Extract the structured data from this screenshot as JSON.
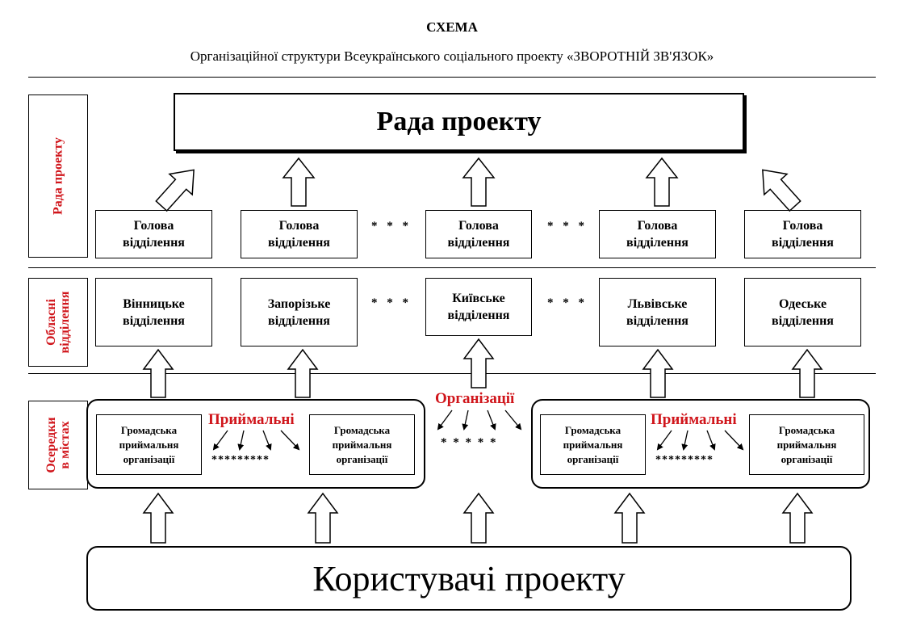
{
  "header": {
    "title": "СХЕМА",
    "subtitle": "Організаційної  структури  Всеукраїнського соціального проекту «ЗВОРОТНІЙ ЗВ'ЯЗОК»"
  },
  "side_labels": {
    "council": "Рада  проекту",
    "regional_line1": "Обласні",
    "regional_line2": "відділення",
    "local_line1": "Осередки",
    "local_line2": "в містах"
  },
  "council_box": "Рада проекту",
  "heads": {
    "line1": "Голова",
    "line2": "відділення",
    "count": 5
  },
  "branches": [
    {
      "line1": "Вінницьке",
      "line2": "відділення"
    },
    {
      "line1": "Запорізьке",
      "line2": "відділення"
    },
    {
      "line1": "Київське",
      "line2": "відділення"
    },
    {
      "line1": "Львівське",
      "line2": "відділення"
    },
    {
      "line1": "Одеське",
      "line2": "відділення"
    }
  ],
  "ellipsis": "* * *",
  "reception": {
    "line1": "Громадська",
    "line2": "приймальня",
    "line3": "організації"
  },
  "receptions_label": "Приймальні",
  "receptions_dots": "*********",
  "organizations_label": "Організації",
  "organizations_dots": "* * * * *",
  "users_box": "Користувачі проекту",
  "colors": {
    "accent_red": "#d0151b",
    "line": "#000000"
  }
}
